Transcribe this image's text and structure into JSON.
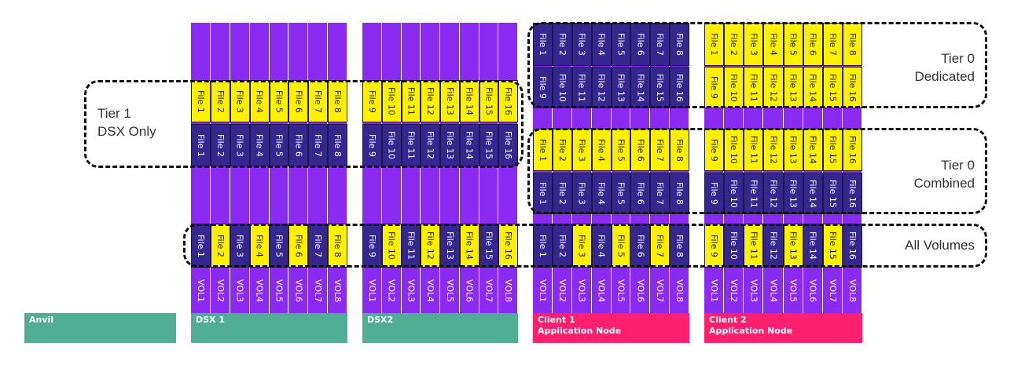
{
  "colors": {
    "column_purple": "#8b2bf2",
    "file_yellow": "#fff000",
    "file_navy": "#36268f",
    "node_teal": "#4fae94",
    "node_pink": "#ff1f6e",
    "dash_black": "#111111"
  },
  "nodes": [
    {
      "name": "Anvil",
      "sub": "",
      "color": "#4fae94"
    },
    {
      "name": "DSX 1",
      "sub": "",
      "color": "#4fae94"
    },
    {
      "name": "DSX2",
      "sub": "",
      "color": "#4fae94"
    },
    {
      "name": "Client 1",
      "sub": "Application Node",
      "color": "#ff1f6e"
    },
    {
      "name": "Client 2",
      "sub": "Application Node",
      "color": "#ff1f6e"
    }
  ],
  "volumes": [
    "VOL1",
    "VOL2",
    "VOL3",
    "VOL4",
    "VOL5",
    "VOL6",
    "VOL7",
    "VOL8"
  ],
  "tiers": {
    "tier1": {
      "line1": "Tier 1",
      "line2": "DSX Only"
    },
    "dedicated": {
      "line1": "Tier 0",
      "line2": "Dedicated"
    },
    "combined": {
      "line1": "Tier 0",
      "line2": "Combined"
    },
    "all": {
      "line1": "All Volumes"
    }
  },
  "dsx1": {
    "tier1_top": [
      {
        "label": "File 1",
        "c": "y"
      },
      {
        "label": "File 2",
        "c": "y"
      },
      {
        "label": "File 3",
        "c": "y"
      },
      {
        "label": "File 4",
        "c": "y"
      },
      {
        "label": "File 5",
        "c": "y"
      },
      {
        "label": "File 6",
        "c": "y"
      },
      {
        "label": "File 7",
        "c": "y"
      },
      {
        "label": "File 8",
        "c": "y"
      }
    ],
    "tier1_bottom": [
      {
        "label": "File 1",
        "c": "b"
      },
      {
        "label": "File 2",
        "c": "b"
      },
      {
        "label": "File 3",
        "c": "b"
      },
      {
        "label": "File 4",
        "c": "b"
      },
      {
        "label": "File 5",
        "c": "b"
      },
      {
        "label": "File 6",
        "c": "b"
      },
      {
        "label": "File 7",
        "c": "b"
      },
      {
        "label": "File 8",
        "c": "b"
      }
    ],
    "all": [
      {
        "label": "File 1",
        "c": "b"
      },
      {
        "label": "File 2",
        "c": "y"
      },
      {
        "label": "File 3",
        "c": "b"
      },
      {
        "label": "File 4",
        "c": "y"
      },
      {
        "label": "File 5",
        "c": "b"
      },
      {
        "label": "File 6",
        "c": "y"
      },
      {
        "label": "File 7",
        "c": "b"
      },
      {
        "label": "File 8",
        "c": "y"
      }
    ]
  },
  "dsx2": {
    "tier1_top": [
      {
        "label": "File 9",
        "c": "y"
      },
      {
        "label": "File 10",
        "c": "y"
      },
      {
        "label": "File 11",
        "c": "y"
      },
      {
        "label": "File 12",
        "c": "y"
      },
      {
        "label": "File 13",
        "c": "y"
      },
      {
        "label": "File 14",
        "c": "y"
      },
      {
        "label": "File 15",
        "c": "y"
      },
      {
        "label": "File 16",
        "c": "y"
      }
    ],
    "tier1_bottom": [
      {
        "label": "File 9",
        "c": "b"
      },
      {
        "label": "File 10",
        "c": "b"
      },
      {
        "label": "File 11",
        "c": "b"
      },
      {
        "label": "File 12",
        "c": "b"
      },
      {
        "label": "File 13",
        "c": "b"
      },
      {
        "label": "File 14",
        "c": "b"
      },
      {
        "label": "File 15",
        "c": "b"
      },
      {
        "label": "File 16",
        "c": "b"
      }
    ],
    "all": [
      {
        "label": "File 9",
        "c": "b"
      },
      {
        "label": "File 10",
        "c": "y"
      },
      {
        "label": "File 11",
        "c": "b"
      },
      {
        "label": "File 12",
        "c": "y"
      },
      {
        "label": "File 13",
        "c": "b"
      },
      {
        "label": "File 14",
        "c": "y"
      },
      {
        "label": "File 15",
        "c": "b"
      },
      {
        "label": "File 16",
        "c": "y"
      }
    ]
  },
  "client1": {
    "dedicated_top": [
      {
        "label": "File 1",
        "c": "b"
      },
      {
        "label": "File 2",
        "c": "b"
      },
      {
        "label": "File 3",
        "c": "b"
      },
      {
        "label": "File 4",
        "c": "b"
      },
      {
        "label": "File 5",
        "c": "b"
      },
      {
        "label": "File 6",
        "c": "b"
      },
      {
        "label": "File 7",
        "c": "b"
      },
      {
        "label": "File 8",
        "c": "b"
      }
    ],
    "dedicated_bottom": [
      {
        "label": "File 9",
        "c": "b"
      },
      {
        "label": "File 10",
        "c": "b"
      },
      {
        "label": "File 11",
        "c": "b"
      },
      {
        "label": "File 12",
        "c": "b"
      },
      {
        "label": "File 13",
        "c": "b"
      },
      {
        "label": "File 14",
        "c": "b"
      },
      {
        "label": "File 15",
        "c": "b"
      },
      {
        "label": "File 16",
        "c": "b"
      }
    ],
    "combined_top": [
      {
        "label": "File 1",
        "c": "y"
      },
      {
        "label": "File 2",
        "c": "y"
      },
      {
        "label": "File 3",
        "c": "y"
      },
      {
        "label": "File 4",
        "c": "y"
      },
      {
        "label": "File 5",
        "c": "y"
      },
      {
        "label": "File 6",
        "c": "y"
      },
      {
        "label": "File 7",
        "c": "y"
      },
      {
        "label": "File 8",
        "c": "y"
      }
    ],
    "combined_bottom": [
      {
        "label": "File 1",
        "c": "b"
      },
      {
        "label": "File 2",
        "c": "b"
      },
      {
        "label": "File 3",
        "c": "b"
      },
      {
        "label": "File 4",
        "c": "b"
      },
      {
        "label": "File 5",
        "c": "b"
      },
      {
        "label": "File 6",
        "c": "b"
      },
      {
        "label": "File 7",
        "c": "b"
      },
      {
        "label": "File 8",
        "c": "b"
      }
    ],
    "all": [
      {
        "label": "File 1",
        "c": "b"
      },
      {
        "label": "File 2",
        "c": "b"
      },
      {
        "label": "File 3",
        "c": "y"
      },
      {
        "label": "File 4",
        "c": "b"
      },
      {
        "label": "File 5",
        "c": "y"
      },
      {
        "label": "File 6",
        "c": "b"
      },
      {
        "label": "File 7",
        "c": "y"
      },
      {
        "label": "File 8",
        "c": "b"
      }
    ]
  },
  "client2": {
    "dedicated_top": [
      {
        "label": "File 1",
        "c": "y"
      },
      {
        "label": "File 2",
        "c": "y"
      },
      {
        "label": "File 3",
        "c": "y"
      },
      {
        "label": "File 4",
        "c": "y"
      },
      {
        "label": "File 5",
        "c": "y"
      },
      {
        "label": "File 6",
        "c": "y"
      },
      {
        "label": "File 7",
        "c": "y"
      },
      {
        "label": "File 8",
        "c": "y"
      }
    ],
    "dedicated_bottom": [
      {
        "label": "File 9",
        "c": "y"
      },
      {
        "label": "File 10",
        "c": "y"
      },
      {
        "label": "File 11",
        "c": "y"
      },
      {
        "label": "File 12",
        "c": "y"
      },
      {
        "label": "File 13",
        "c": "y"
      },
      {
        "label": "File 14",
        "c": "y"
      },
      {
        "label": "File 15",
        "c": "y"
      },
      {
        "label": "File 16",
        "c": "y"
      }
    ],
    "combined_top": [
      {
        "label": "File 9",
        "c": "y"
      },
      {
        "label": "File 10",
        "c": "y"
      },
      {
        "label": "File 11",
        "c": "y"
      },
      {
        "label": "File 12",
        "c": "y"
      },
      {
        "label": "File 13",
        "c": "y"
      },
      {
        "label": "File 14",
        "c": "y"
      },
      {
        "label": "File 15",
        "c": "y"
      },
      {
        "label": "File 16",
        "c": "y"
      }
    ],
    "combined_bottom": [
      {
        "label": "File 9",
        "c": "b"
      },
      {
        "label": "File 10",
        "c": "b"
      },
      {
        "label": "File 11",
        "c": "b"
      },
      {
        "label": "File 12",
        "c": "b"
      },
      {
        "label": "File 13",
        "c": "b"
      },
      {
        "label": "File 14",
        "c": "b"
      },
      {
        "label": "File 15",
        "c": "b"
      },
      {
        "label": "File 16",
        "c": "b"
      }
    ],
    "all": [
      {
        "label": "File 9",
        "c": "y"
      },
      {
        "label": "File 10",
        "c": "b"
      },
      {
        "label": "File 11",
        "c": "y"
      },
      {
        "label": "File 12",
        "c": "b"
      },
      {
        "label": "File 13",
        "c": "y"
      },
      {
        "label": "File 14",
        "c": "b"
      },
      {
        "label": "File 15",
        "c": "y"
      },
      {
        "label": "File 16",
        "c": "b"
      }
    ]
  }
}
